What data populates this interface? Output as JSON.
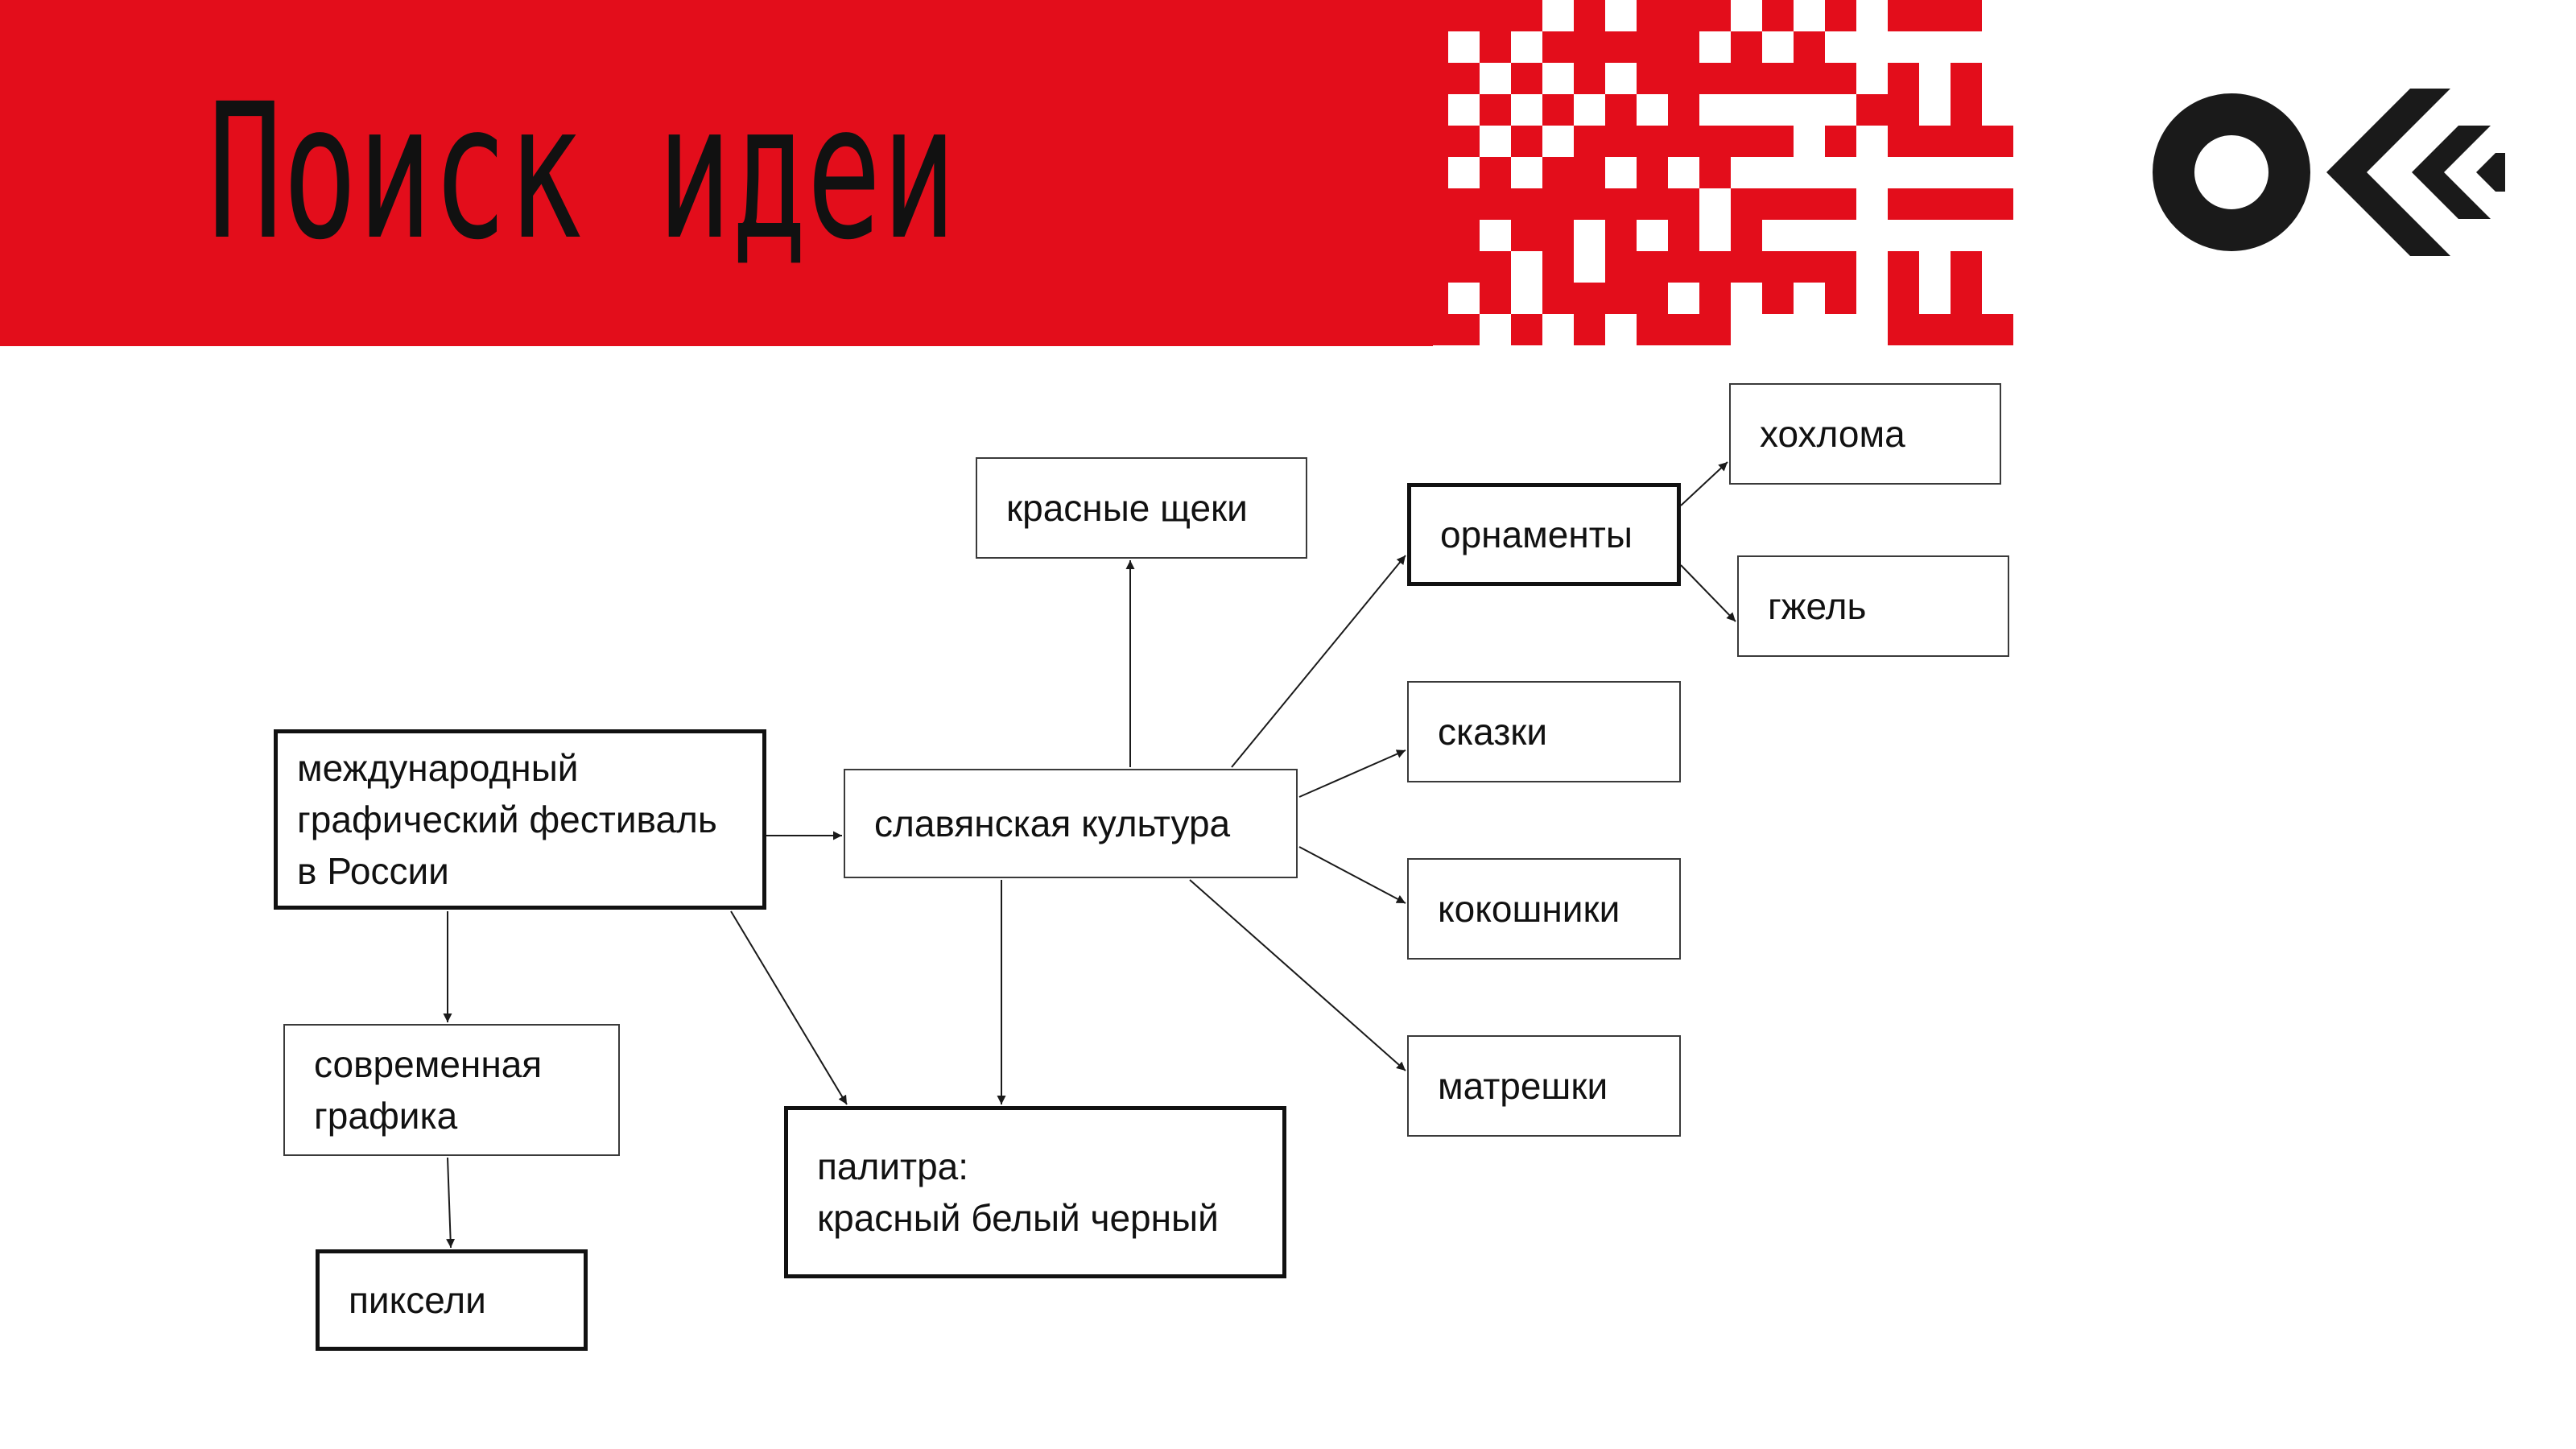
{
  "slide": {
    "title": "Поиск идеи",
    "colors": {
      "accent": "#e30d1b",
      "ink": "#111111",
      "background": "#ffffff"
    },
    "logo_icon": "ok-festival-logo-icon",
    "pattern_icon": "red-white-pixel-pattern"
  },
  "diagram": {
    "nodes": [
      {
        "id": "festival",
        "lines": [
          "международный",
          "графический фестиваль",
          "в России"
        ],
        "emphasis": true
      },
      {
        "id": "slavic",
        "lines": [
          "славянская культура"
        ],
        "emphasis": false
      },
      {
        "id": "cheeks",
        "lines": [
          "красные щеки"
        ],
        "emphasis": false
      },
      {
        "id": "ornaments",
        "lines": [
          "орнаменты"
        ],
        "emphasis": true
      },
      {
        "id": "khokhloma",
        "lines": [
          "хохлома"
        ],
        "emphasis": false
      },
      {
        "id": "gzhel",
        "lines": [
          "гжель"
        ],
        "emphasis": false
      },
      {
        "id": "tales",
        "lines": [
          "сказки"
        ],
        "emphasis": false
      },
      {
        "id": "kokoshnik",
        "lines": [
          "кокошники"
        ],
        "emphasis": false
      },
      {
        "id": "matryoshka",
        "lines": [
          "матрешки"
        ],
        "emphasis": false
      },
      {
        "id": "modern",
        "lines": [
          "современная",
          "графика"
        ],
        "emphasis": false
      },
      {
        "id": "palette",
        "lines": [
          "палитра:",
          "красный белый черный"
        ],
        "emphasis": true
      },
      {
        "id": "pixels",
        "lines": [
          "пиксели"
        ],
        "emphasis": true
      }
    ],
    "edges": [
      {
        "from": "festival",
        "to": "slavic"
      },
      {
        "from": "festival",
        "to": "modern"
      },
      {
        "from": "festival",
        "to": "palette"
      },
      {
        "from": "modern",
        "to": "pixels"
      },
      {
        "from": "slavic",
        "to": "cheeks"
      },
      {
        "from": "slavic",
        "to": "ornaments"
      },
      {
        "from": "slavic",
        "to": "tales"
      },
      {
        "from": "slavic",
        "to": "kokoshnik"
      },
      {
        "from": "slavic",
        "to": "matryoshka"
      },
      {
        "from": "slavic",
        "to": "palette"
      },
      {
        "from": "ornaments",
        "to": "khokhloma"
      },
      {
        "from": "ornaments",
        "to": "gzhel"
      }
    ]
  }
}
